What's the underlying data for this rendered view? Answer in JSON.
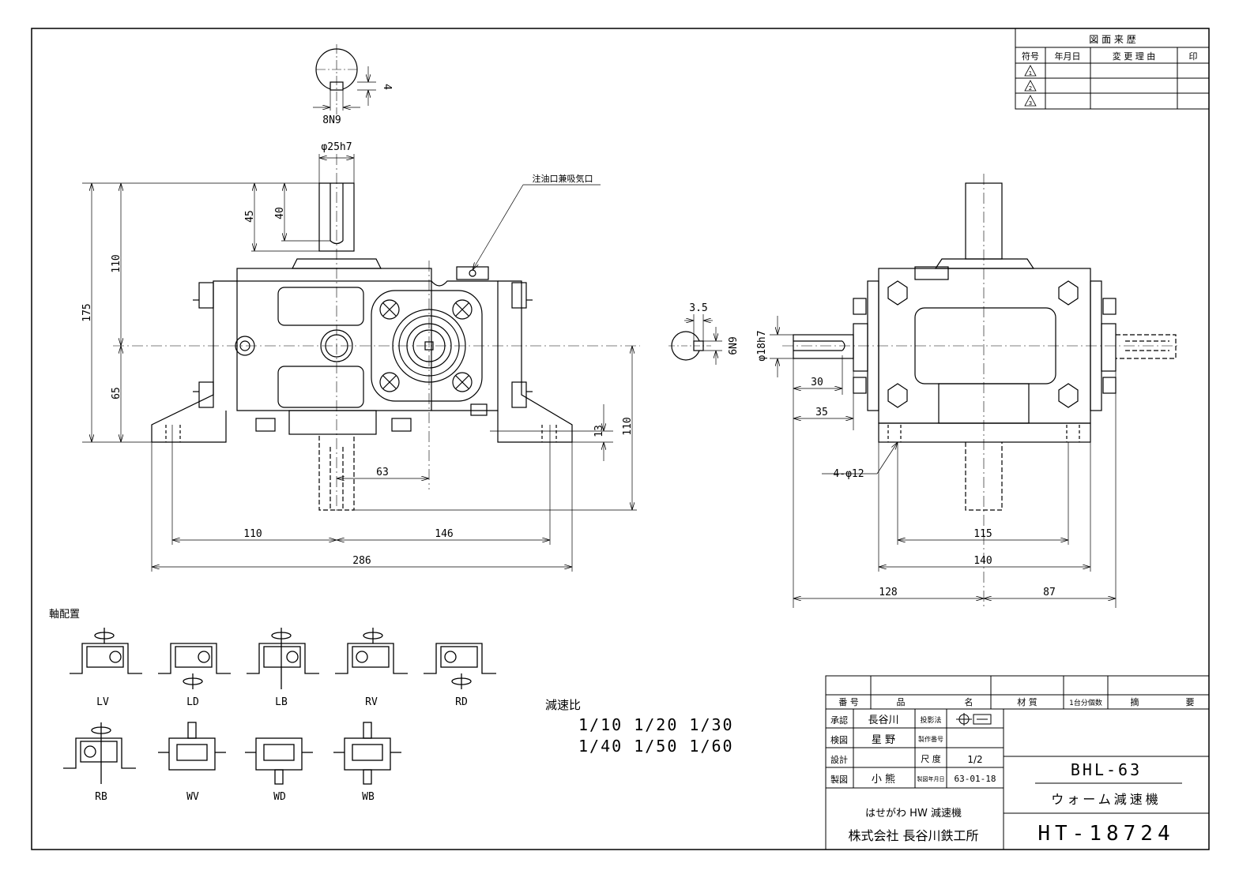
{
  "revision_table": {
    "title": "図 面 来 歴",
    "headers": [
      "符号",
      "年月日",
      "変 更 理 由",
      "印"
    ],
    "rows": [
      {
        "mark": "1",
        "date": "",
        "reason": "",
        "seal": ""
      },
      {
        "mark": "2",
        "date": "",
        "reason": "",
        "seal": ""
      },
      {
        "mark": "3",
        "date": "",
        "reason": "",
        "seal": ""
      }
    ]
  },
  "front_view": {
    "keyway_label": "8N9",
    "key_depth": "4",
    "shaft_dia": "φ25h7",
    "oil_note": "注油口兼吸気口",
    "dims": {
      "d45": "45",
      "d40": "40",
      "d175": "175",
      "d110_top": "110",
      "d65": "65",
      "d13": "13",
      "d110_right": "110",
      "d63": "63",
      "d110_bottom": "110",
      "d146": "146",
      "d286": "286"
    }
  },
  "side_view": {
    "d3_5": "3.5",
    "keyway_label": "6N9",
    "shaft_dia": "φ18h7",
    "d30": "30",
    "d35": "35",
    "holes": "4-φ12",
    "d115": "115",
    "d140": "140",
    "d128": "128",
    "d87": "87"
  },
  "shaft_arrangement": {
    "title": "軸配置",
    "labels": [
      "LV",
      "LD",
      "LB",
      "RV",
      "RD",
      "RB",
      "WV",
      "WD",
      "WB"
    ]
  },
  "reduction": {
    "title": "減速比",
    "line1": "1/10 1/20 1/30",
    "line2": "1/40 1/50 1/60"
  },
  "title_block": {
    "headers": [
      "番 号",
      "品",
      "名",
      "材 質",
      "1台分個数",
      "摘",
      "要"
    ],
    "approve_label": "承認",
    "approve_name": "長谷川",
    "projection_label": "投影法",
    "check_label": "検図",
    "check_name": "星 野",
    "mfg_no_label": "製作番号",
    "design_label": "設計",
    "scale_label": "尺 度",
    "scale_value": "1/2",
    "draw_label": "製図",
    "draw_name": "小 熊",
    "date_label": "製図年月日",
    "date_value": "63-01-18",
    "model": "BHL-63",
    "product_name": "ウォーム減速機",
    "brand_line": "はせがわ HW 減速機",
    "company": "株式会社 長谷川鉄工所",
    "drawing_no": "HT-18724"
  }
}
